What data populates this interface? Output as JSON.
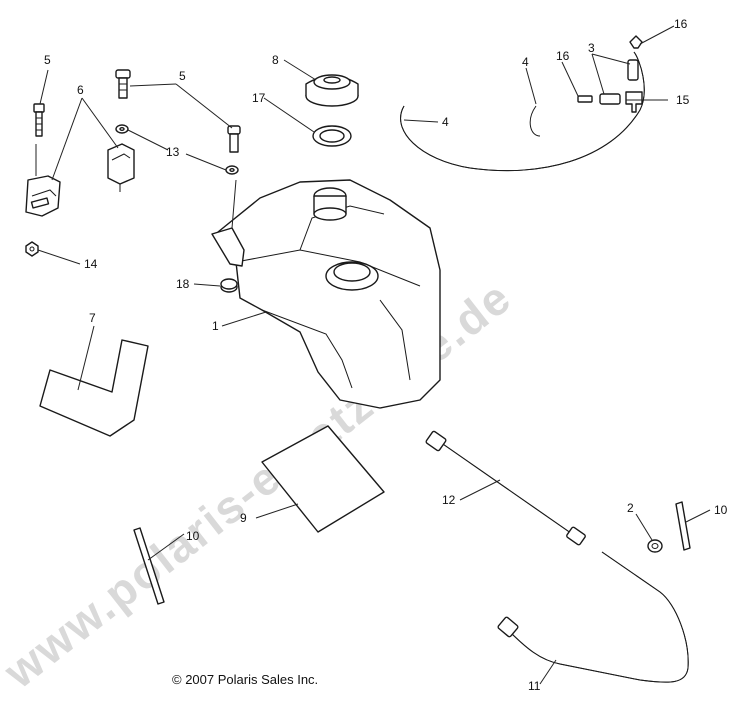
{
  "watermark": {
    "text": "www.polaris-ersatzteile.de"
  },
  "copyright": "© 2007 Polaris Sales Inc.",
  "callouts": [
    {
      "id": "c5a",
      "text": "5"
    },
    {
      "id": "c6",
      "text": "6"
    },
    {
      "id": "c5b",
      "text": "5"
    },
    {
      "id": "c8",
      "text": "8"
    },
    {
      "id": "c17",
      "text": "17"
    },
    {
      "id": "c13",
      "text": "13"
    },
    {
      "id": "c14",
      "text": "14"
    },
    {
      "id": "c18",
      "text": "18"
    },
    {
      "id": "c1",
      "text": "1"
    },
    {
      "id": "c7",
      "text": "7"
    },
    {
      "id": "c4a",
      "text": "4"
    },
    {
      "id": "c4b",
      "text": "4"
    },
    {
      "id": "c16a",
      "text": "16"
    },
    {
      "id": "c3",
      "text": "3"
    },
    {
      "id": "c16b",
      "text": "16"
    },
    {
      "id": "c15",
      "text": "15"
    },
    {
      "id": "c12",
      "text": "12"
    },
    {
      "id": "c9",
      "text": "9"
    },
    {
      "id": "c10a",
      "text": "10"
    },
    {
      "id": "c2",
      "text": "2"
    },
    {
      "id": "c10b",
      "text": "10"
    },
    {
      "id": "c11",
      "text": "11"
    }
  ]
}
